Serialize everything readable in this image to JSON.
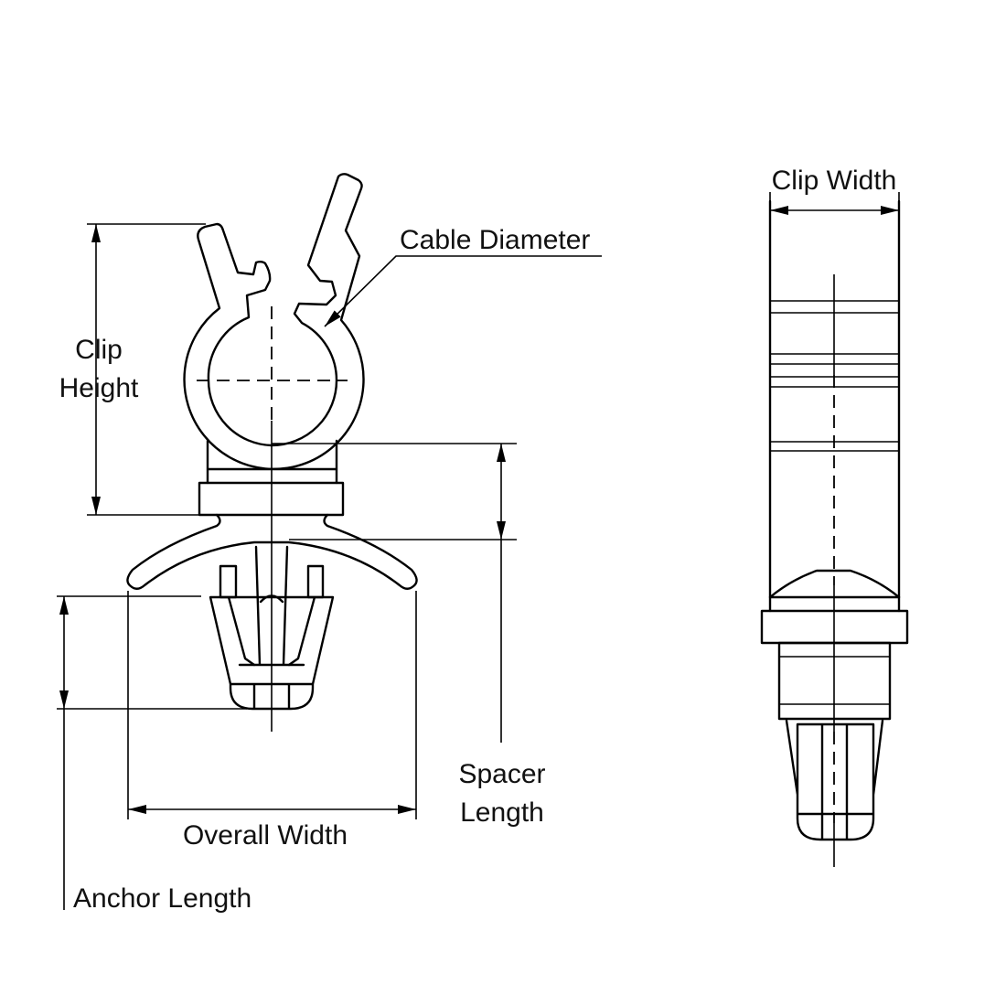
{
  "labels": {
    "clip_height_line1": "Clip",
    "clip_height_line2": "Height",
    "cable_diameter": "Cable Diameter",
    "spacer_length_line1": "Spacer",
    "spacer_length_line2": "Length",
    "overall_width": "Overall Width",
    "anchor_length": "Anchor Length",
    "clip_width": "Clip Width"
  },
  "colors": {
    "line": "#000000",
    "background": "#ffffff"
  }
}
